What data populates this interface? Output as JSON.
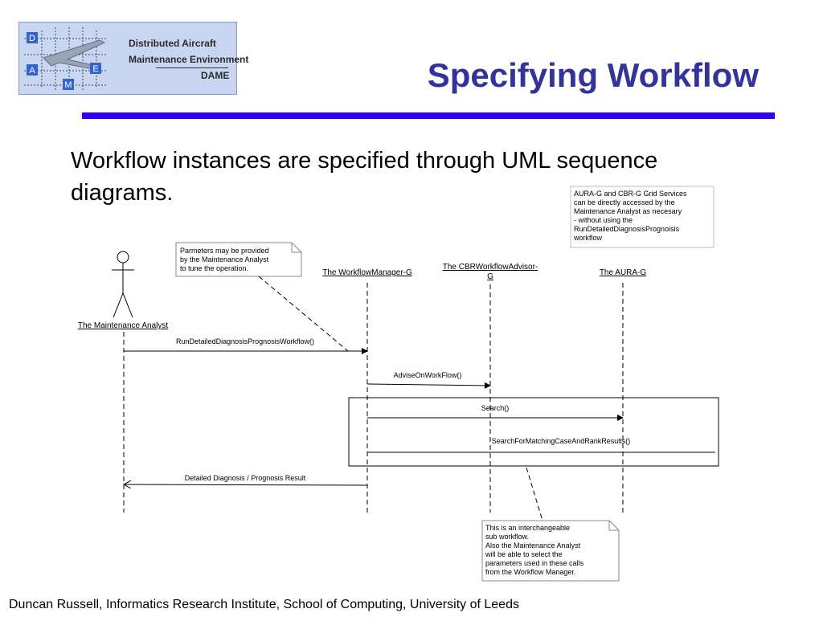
{
  "logo": {
    "line1": "Distributed Aircraft",
    "line2": "Maintenance Environment",
    "line3": "DAME",
    "letters": [
      "D",
      "A",
      "E",
      "M"
    ]
  },
  "slide": {
    "title": "Specifying Workflow",
    "body": "Workflow instances are specified through UML sequence diagrams.",
    "footer": "Duncan Russell, Informatics Research Institute, School of Computing, University of Leeds"
  },
  "diagram": {
    "actor": "The Maintenance Analyst",
    "objects": {
      "manager": "The WorkflowManager-G",
      "advisor_line1": "The CBRWorkflowAdvisor-",
      "advisor_line2": "G",
      "aura": "The AURA-G"
    },
    "messages": {
      "m1": "RunDetailedDiagnosisPrognosisWorkflow()",
      "m2": "AdviseOnWorkFlow()",
      "m3": "Search()",
      "m4": "SearchForMatchingCaseAndRankResults()",
      "m5": "Detailed Diagnosis / Prognosis Result"
    },
    "notes": {
      "note1": [
        "Parmeters may be provided",
        "by the Maintenance Analyst",
        "to tune the operation."
      ],
      "note2": [
        "AURA-G and CBR-G Grid Services",
        "can be directly accessed by the",
        "Maintenance Analyst as necesary",
        "- without using the",
        "RunDetailedDiagnosisPrognoisis",
        "workflow"
      ],
      "note3": [
        "This is an interchangeable",
        "sub workflow.",
        "Also the Maintenance Analyst",
        "will be able to select the",
        "parameters used in these calls",
        "from the Workflow Manager."
      ]
    }
  }
}
